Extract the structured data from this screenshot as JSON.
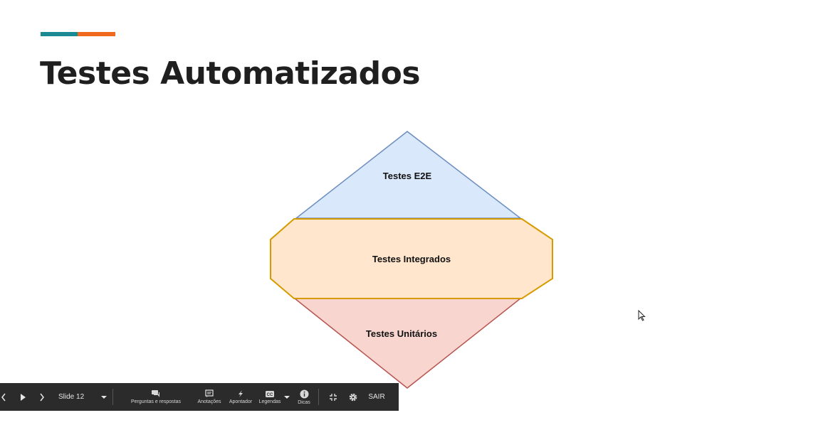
{
  "slide": {
    "title": "Testes Automatizados",
    "accent_colors": [
      "#1a8a92",
      "#ef6a1f"
    ]
  },
  "diagram": {
    "layers": [
      {
        "label": "Testes E2E",
        "fill": "#dae8fc",
        "stroke": "#6c8ebf"
      },
      {
        "label": "Testes Integrados",
        "fill": "#ffe6cc",
        "stroke": "#d79b00"
      },
      {
        "label": "Testes Unitários",
        "fill": "#f8d6cf",
        "stroke": "#b85450"
      }
    ]
  },
  "toolbar": {
    "prev_icon": "chevron-left-icon",
    "play_icon": "play-icon",
    "next_icon": "chevron-right-icon",
    "slide_selector": "Slide 12",
    "qa_label": "Perguntas e respostas",
    "notes_label": "Anotações",
    "pointer_label": "Apontador",
    "captions_label": "Legendas",
    "tips_label": "Dicas",
    "exit_label": "SAIR"
  }
}
